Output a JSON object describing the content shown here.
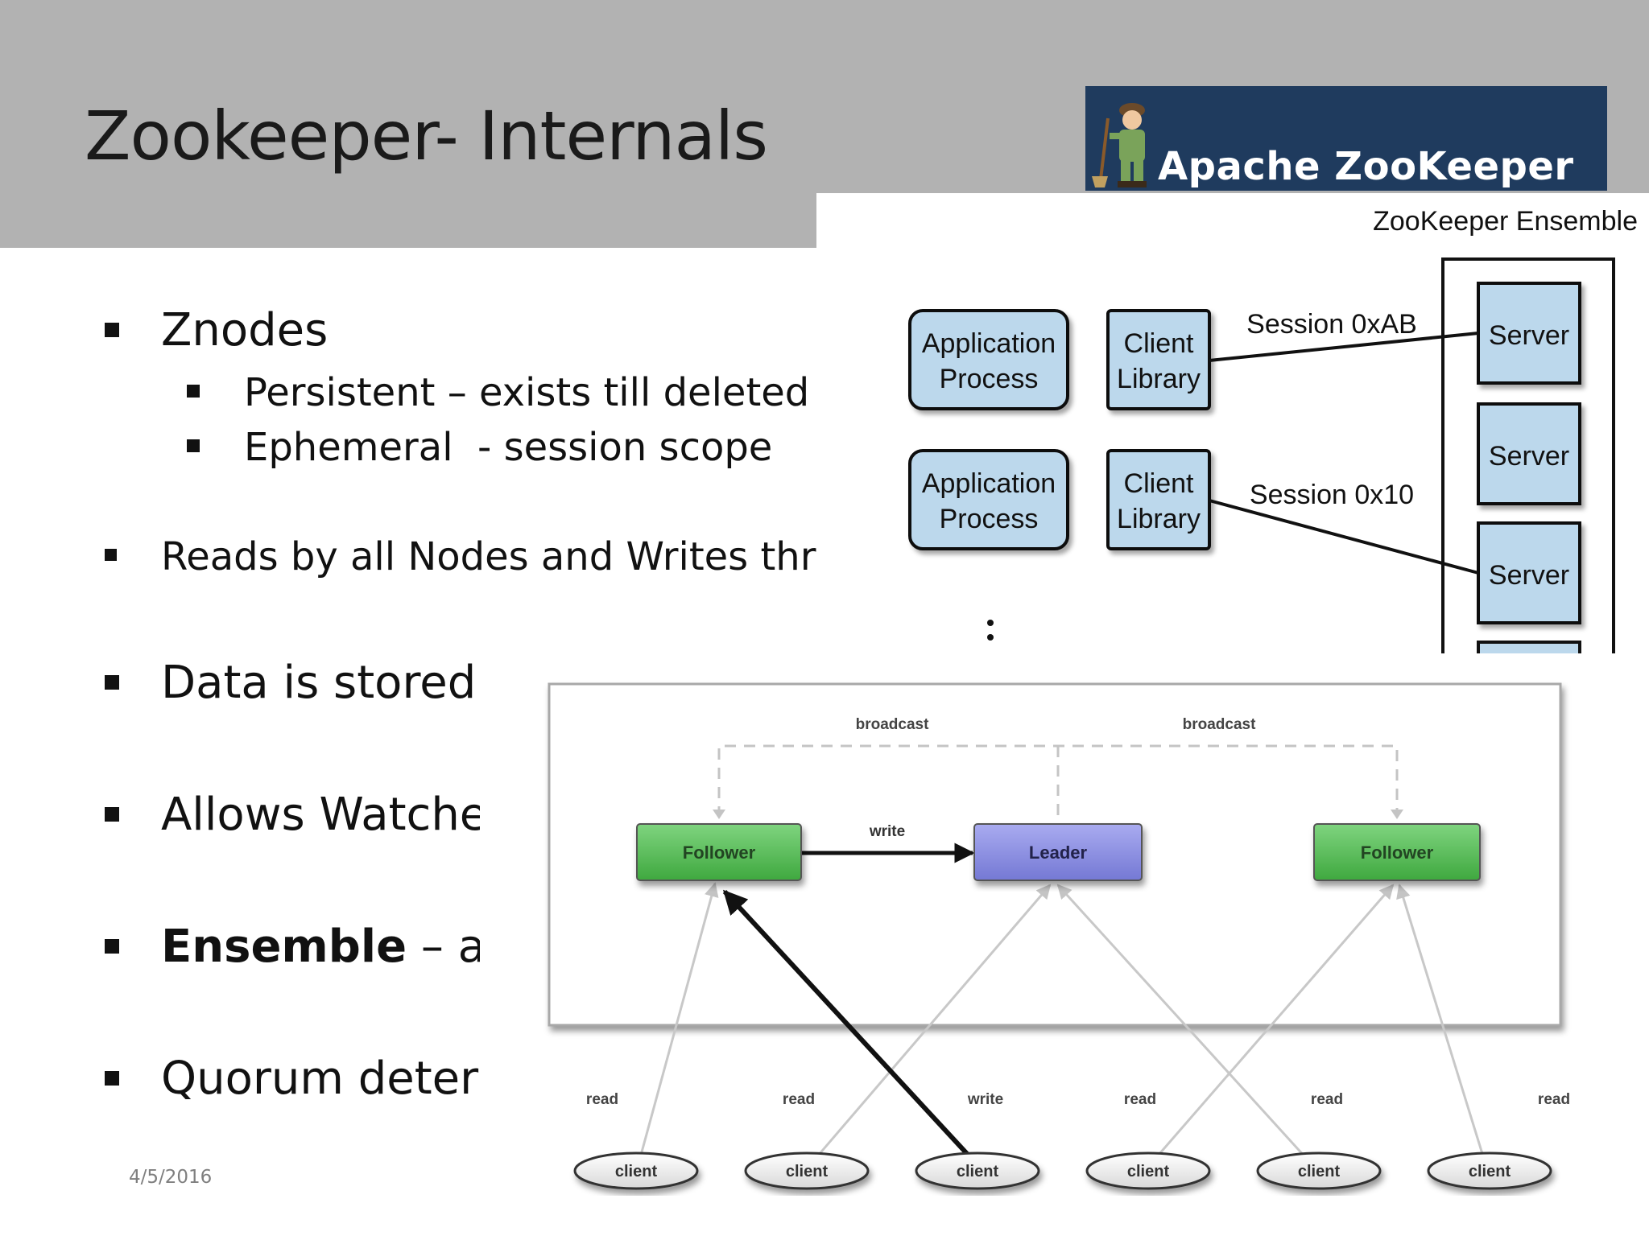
{
  "slide": {
    "title": "Zookeeper- Internals",
    "date": "4/5/2016",
    "bullets": [
      {
        "level": 1,
        "text": "Znodes"
      },
      {
        "level": 2,
        "text": "Persistent – exists till deleted"
      },
      {
        "level": 2,
        "text": "Ephemeral  - session scope"
      },
      {
        "level": 1,
        "text": "Reads by all Nodes and Writes throu"
      },
      {
        "level": 1,
        "text": "Data is stored"
      },
      {
        "level": 1,
        "text": "Allows Watche"
      },
      {
        "level": 1,
        "bold_text": "Ensemble",
        "text": " – a g"
      },
      {
        "level": 1,
        "text": "Quorum deter"
      }
    ]
  },
  "logo": {
    "text": "Apache ZooKeeper",
    "bg_color": "#1f3b5e"
  },
  "ensemble_diagram": {
    "ensemble_label": "ZooKeeper Ensemble",
    "app_process_label": [
      "Application",
      "Process"
    ],
    "client_library_label": [
      "Client",
      "Library"
    ],
    "sessions": [
      "Session 0xAB",
      "Session 0x10"
    ],
    "server_label": "Server",
    "box_fill": "#bcd8ec"
  },
  "quorum_diagram": {
    "broadcast_label": "broadcast",
    "leader_label": "Leader",
    "follower_label": "Follower",
    "write_label": "write",
    "read_label": "read",
    "client_label": "client",
    "follower_color": "#62c462",
    "leader_color": "#8f92e0"
  }
}
